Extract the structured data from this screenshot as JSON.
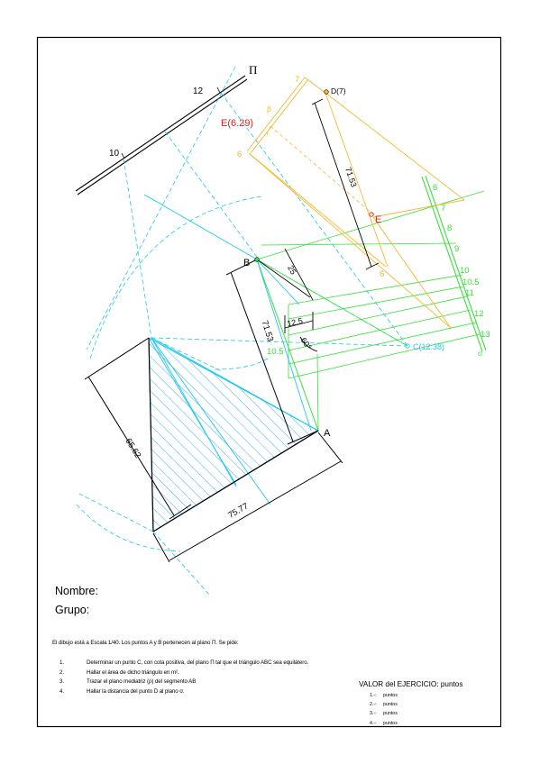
{
  "labels": {
    "plane": "Π",
    "plane_mark_10": "10",
    "plane_mark_12": "12",
    "beta": "β",
    "point_D": "D(7)",
    "point_E_given": "E(6.29)",
    "point_E": "E",
    "point_B": "B",
    "point_A": "A",
    "point_C": "C(12.38)",
    "dim_7153_top": "71.53",
    "dim_7153_mid": "71.53",
    "dim_25": "25",
    "dim_125": "12.5",
    "angle_60": "60°",
    "dim_6562": "65.62",
    "dim_7577": "75.77",
    "ytick_7": "7",
    "ytick_6": "6",
    "ytick_6b": "6",
    "ytick_105": "10.5",
    "scale_6": "6",
    "scale_7": "7",
    "scale_8": "8",
    "scale_9": "9",
    "scale_10": "10",
    "scale_105": "10.5",
    "scale_11": "11",
    "scale_12": "12",
    "scale_13": "13",
    "scale_sigma": "σ"
  },
  "form": {
    "nombre": "Nombre:",
    "grupo": "Grupo:"
  },
  "statement": {
    "intro": "El dibujo está a Escala 1/40. Los puntos A y B pertenecen al plano Π. Se pide:",
    "items": [
      {
        "num": "1.",
        "text": "Determinar un punto C, con cota positiva, del plano Π tal que el triángulo ABC sea equilátero."
      },
      {
        "num": "2.",
        "text": "Hallar el área de dicho triángulo en m²."
      },
      {
        "num": "3.",
        "text": "Trazar el plano mediatriz (ρ) del segmento AB"
      },
      {
        "num": "4.",
        "text": "Hallar la distancia del punto D al plano σ."
      }
    ]
  },
  "valor": {
    "title": "VALOR del EJERCICIO: puntos",
    "items": [
      {
        "num": "1.-:",
        "text": "puntos"
      },
      {
        "num": "2.-:",
        "text": "puntos"
      },
      {
        "num": "3.-:",
        "text": "puntos"
      },
      {
        "num": "4.-:",
        "text": "puntos"
      }
    ]
  },
  "colors": {
    "black": "#000000",
    "cyan": "#1ec8f0",
    "green": "#36e036",
    "orange": "#f5b82e",
    "red": "#e0201c",
    "hatch": "#3cb4e6"
  }
}
